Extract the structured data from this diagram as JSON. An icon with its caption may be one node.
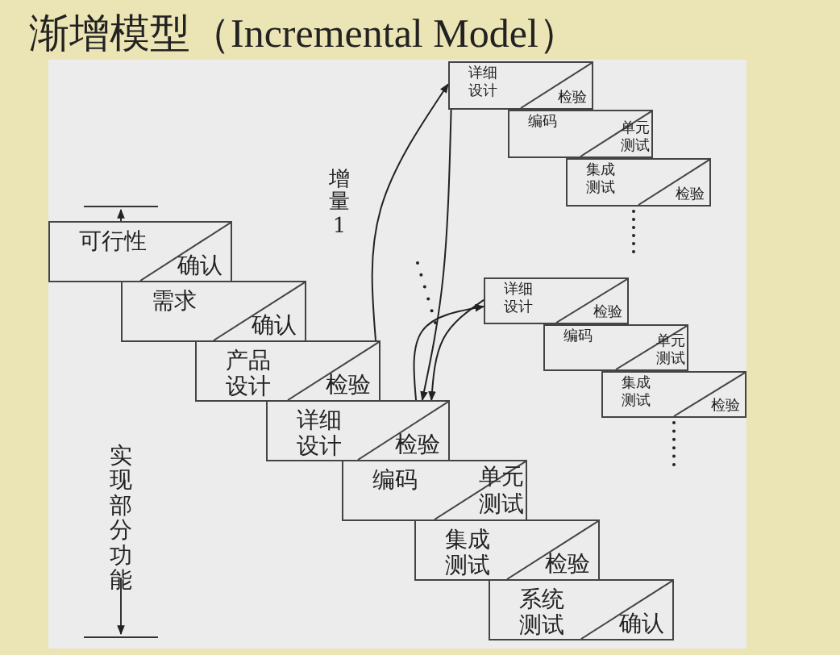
{
  "diagram": {
    "title": "渐增模型（Incremental Model）",
    "nodes": [
      {
        "text": [
          "可行性",
          "确认"
        ]
      },
      {
        "text": [
          "需求",
          "确认"
        ]
      },
      {
        "text": [
          "产品设计",
          "检验"
        ]
      },
      {
        "text": [
          "详细设计",
          "检验"
        ]
      },
      {
        "text": [
          "编码",
          "单元测试"
        ]
      },
      {
        "text": [
          "集成测试",
          "检验"
        ]
      },
      {
        "text": [
          "系统测试",
          "确认"
        ]
      },
      {
        "text": [
          "详细设计",
          "检验"
        ]
      },
      {
        "text": [
          "编码",
          "单元测试"
        ]
      },
      {
        "text": [
          "集成测试",
          "检验"
        ]
      },
      {
        "text": [
          "详细设计",
          "检验"
        ]
      },
      {
        "text": [
          "编码",
          "单元测试"
        ]
      },
      {
        "text": [
          "集成测试",
          "检验"
        ]
      }
    ],
    "edges": [
      {
        "from": 2,
        "to": 7,
        "arrow": "to"
      },
      {
        "from": 7,
        "to": 3,
        "arrow": "to"
      },
      {
        "from": 3,
        "to": 10,
        "arrow": "to"
      },
      {
        "from": 10,
        "to": 3,
        "arrow": "to"
      }
    ],
    "labels": [
      "增量1",
      "实现部分功能"
    ]
  }
}
